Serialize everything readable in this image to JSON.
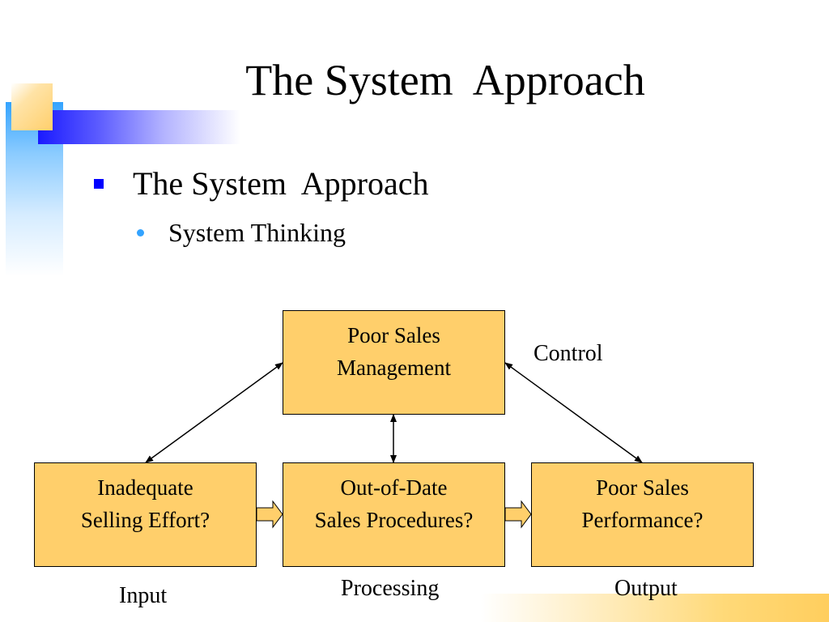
{
  "slide": {
    "title": "The System  Approach",
    "bullets": [
      {
        "text": "The System  Approach",
        "sub_bullets": [
          {
            "text": "System Thinking"
          }
        ]
      }
    ]
  },
  "diagram": {
    "boxes": {
      "top": {
        "label": "Poor Sales\nManagement"
      },
      "left": {
        "label": "Inadequate\nSelling Effort?"
      },
      "mid": {
        "label": "Out-of-Date\nSales Procedures?"
      },
      "right": {
        "label": "Poor Sales\nPerformance?"
      }
    },
    "labels": {
      "control": "Control",
      "input": "Input",
      "processing": "Processing",
      "output": "Output"
    },
    "connections": [
      {
        "from": "top",
        "to": "left",
        "type": "double-arrow"
      },
      {
        "from": "top",
        "to": "mid",
        "type": "double-arrow"
      },
      {
        "from": "top",
        "to": "right",
        "type": "double-arrow"
      },
      {
        "from": "left",
        "to": "mid",
        "type": "block-arrow"
      },
      {
        "from": "mid",
        "to": "right",
        "type": "block-arrow"
      }
    ]
  },
  "colors": {
    "box_fill": "#ffcf6b",
    "bullet_primary": "#0000ff",
    "bullet_secondary": "#33a3ff",
    "accent_blue": "#1a1aff",
    "accent_gold": "#ffce5e"
  }
}
